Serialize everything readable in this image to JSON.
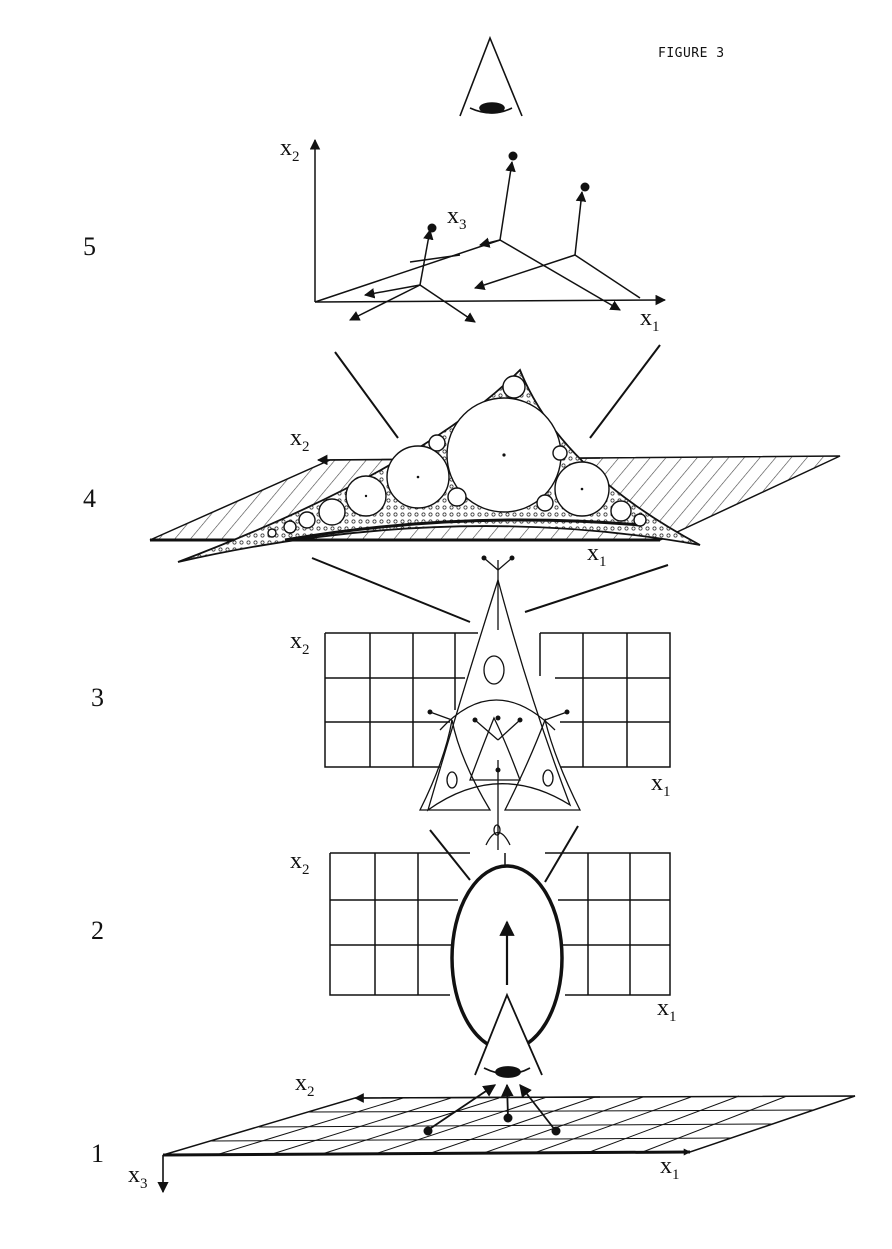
{
  "figure_title": "FIGURE 3",
  "levels": [
    "1",
    "2",
    "3",
    "4",
    "5"
  ],
  "axes": {
    "x1": {
      "base": "x",
      "sub": "1"
    },
    "x2": {
      "base": "x",
      "sub": "2"
    },
    "x3": {
      "base": "x",
      "sub": "3"
    }
  }
}
